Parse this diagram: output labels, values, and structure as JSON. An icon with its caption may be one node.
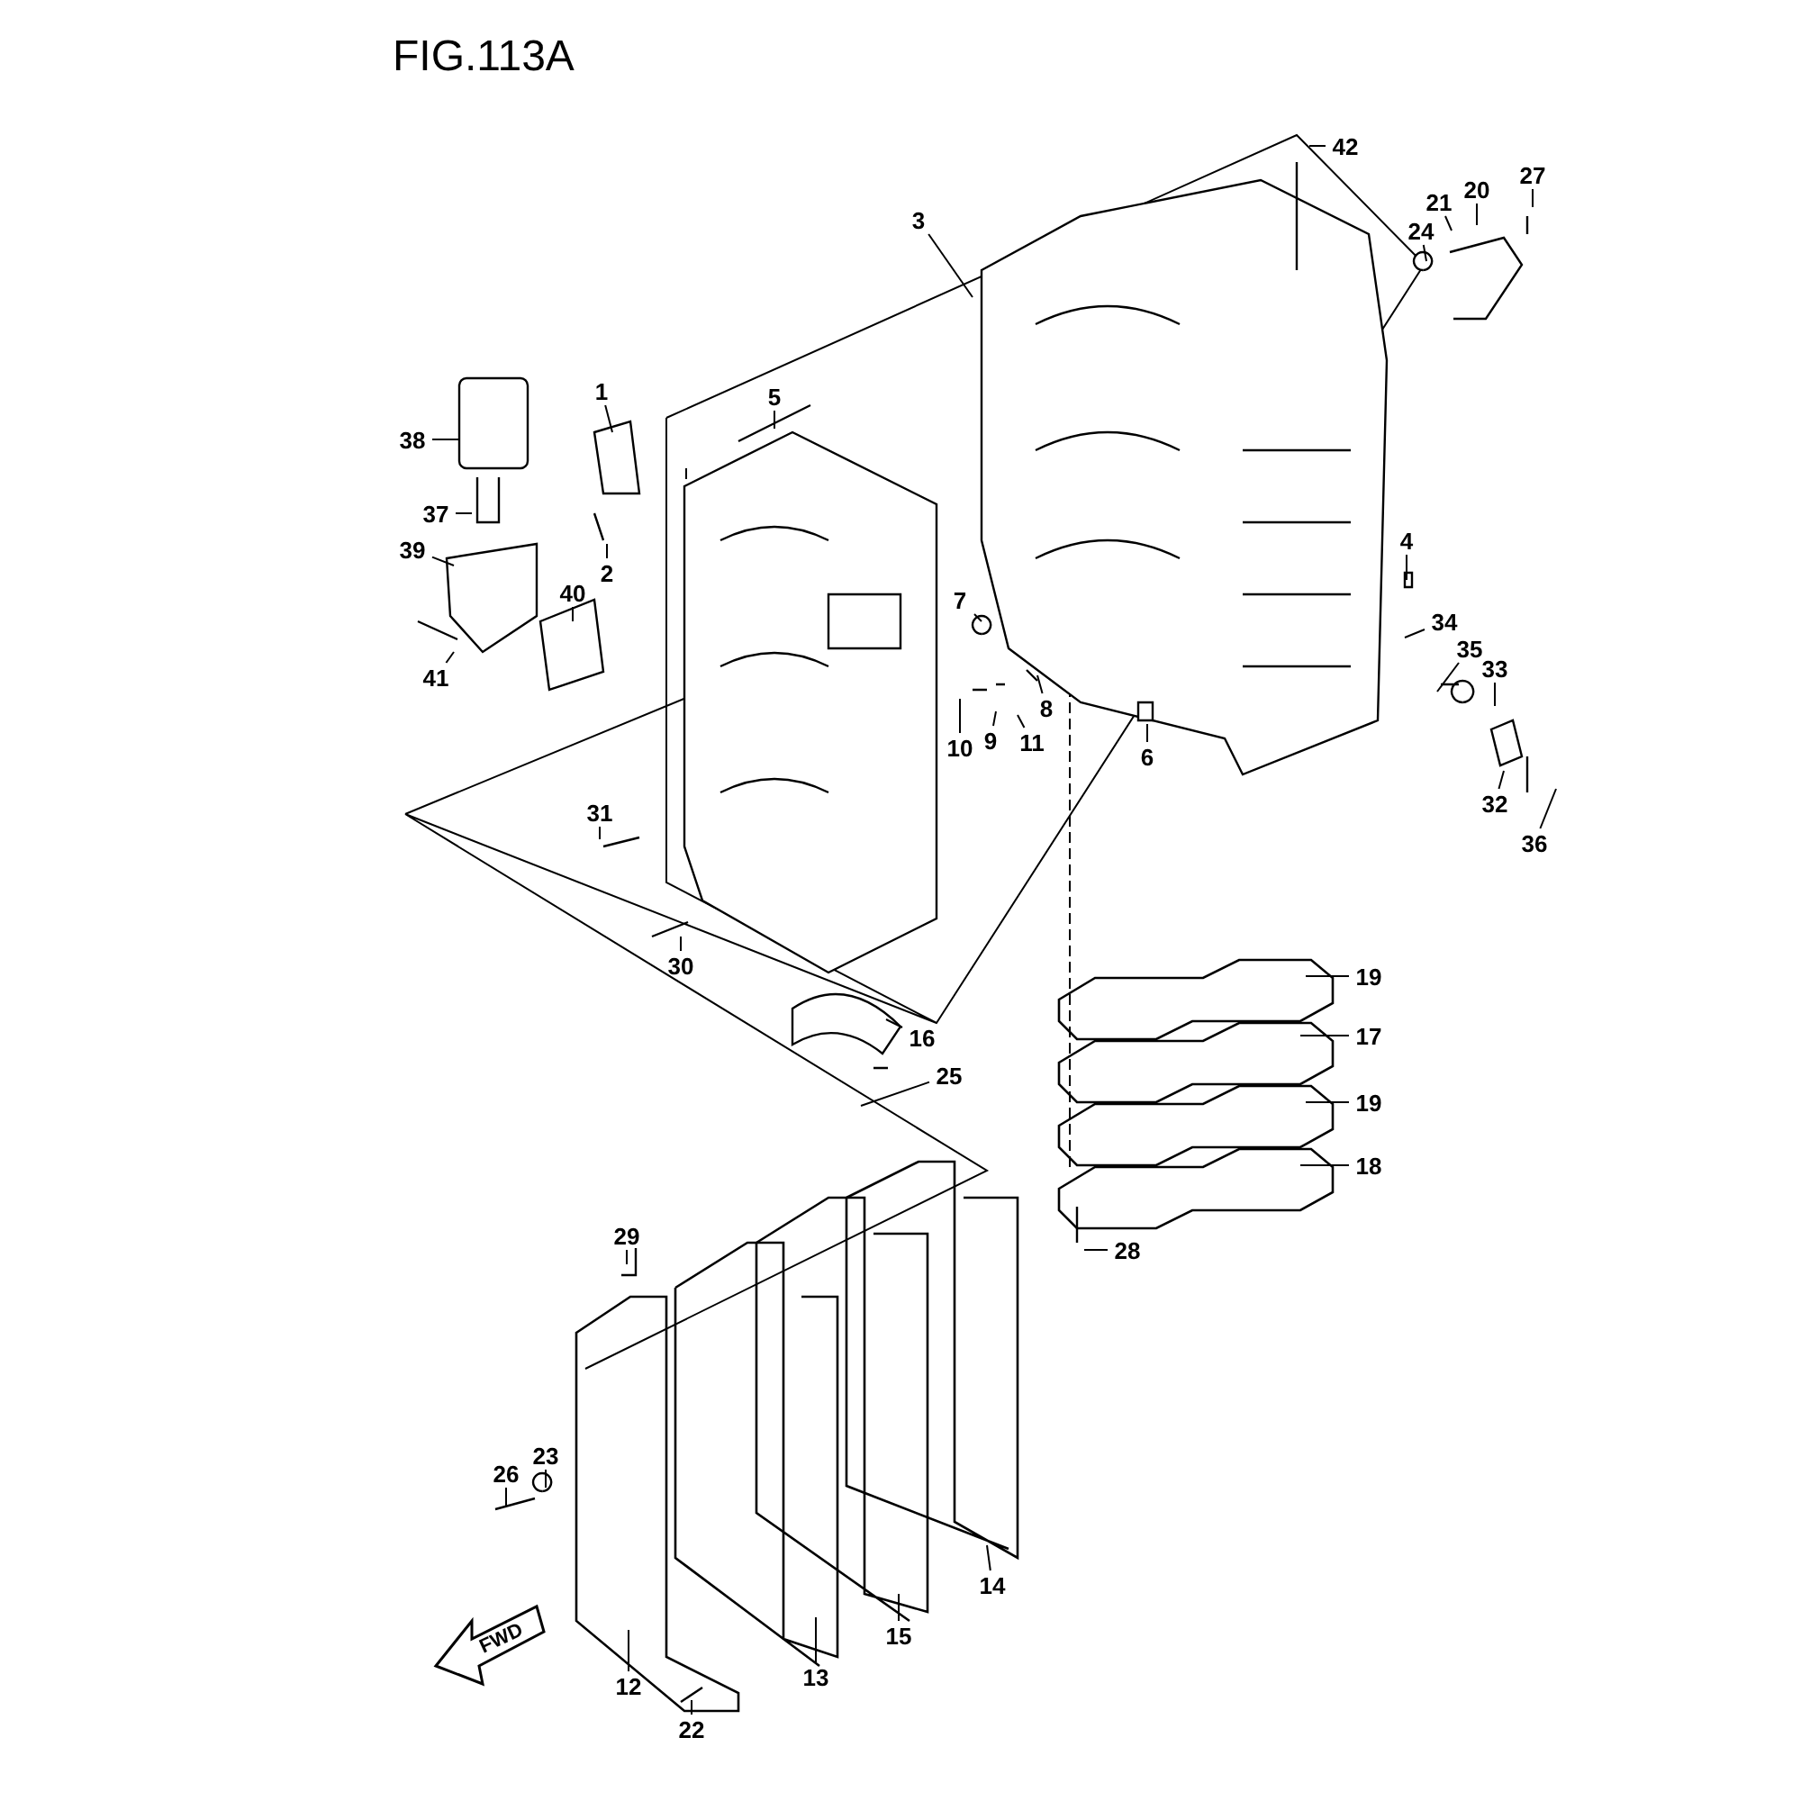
{
  "diagram": {
    "title": "FIG.113A",
    "nodes": [
      {
        "text": [
          "1"
        ]
      },
      {
        "text": [
          "2"
        ]
      },
      {
        "text": [
          "3"
        ]
      },
      {
        "text": [
          "4"
        ]
      },
      {
        "text": [
          "5"
        ]
      },
      {
        "text": [
          "6"
        ]
      },
      {
        "text": [
          "7"
        ]
      },
      {
        "text": [
          "8"
        ]
      },
      {
        "text": [
          "9"
        ]
      },
      {
        "text": [
          "10"
        ]
      },
      {
        "text": [
          "11"
        ]
      },
      {
        "text": [
          "12"
        ]
      },
      {
        "text": [
          "13"
        ]
      },
      {
        "text": [
          "14"
        ]
      },
      {
        "text": [
          "15"
        ]
      },
      {
        "text": [
          "16"
        ]
      },
      {
        "text": [
          "17"
        ]
      },
      {
        "text": [
          "18"
        ]
      },
      {
        "text": [
          "19"
        ]
      },
      {
        "text": [
          "19"
        ]
      },
      {
        "text": [
          "20"
        ]
      },
      {
        "text": [
          "21"
        ]
      },
      {
        "text": [
          "22"
        ]
      },
      {
        "text": [
          "23"
        ]
      },
      {
        "text": [
          "24"
        ]
      },
      {
        "text": [
          "25"
        ]
      },
      {
        "text": [
          "26"
        ]
      },
      {
        "text": [
          "27"
        ]
      },
      {
        "text": [
          "28"
        ]
      },
      {
        "text": [
          "29"
        ]
      },
      {
        "text": [
          "30"
        ]
      },
      {
        "text": [
          "31"
        ]
      },
      {
        "text": [
          "32"
        ]
      },
      {
        "text": [
          "33"
        ]
      },
      {
        "text": [
          "34"
        ]
      },
      {
        "text": [
          "35"
        ]
      },
      {
        "text": [
          "36"
        ]
      },
      {
        "text": [
          "37"
        ]
      },
      {
        "text": [
          "38"
        ]
      },
      {
        "text": [
          "39"
        ]
      },
      {
        "text": [
          "40"
        ]
      },
      {
        "text": [
          "41"
        ]
      },
      {
        "text": [
          "42"
        ]
      }
    ],
    "edges": [
      {
        "from": 0,
        "to": null,
        "arrow": "none"
      },
      {
        "from": 1,
        "to": null,
        "arrow": "none"
      },
      {
        "from": 2,
        "to": null,
        "arrow": "none"
      },
      {
        "from": 3,
        "to": null,
        "arrow": "none"
      },
      {
        "from": 4,
        "to": null,
        "arrow": "none"
      },
      {
        "from": 5,
        "to": null,
        "arrow": "none"
      },
      {
        "from": 6,
        "to": null,
        "arrow": "none"
      },
      {
        "from": 7,
        "to": null,
        "arrow": "none"
      },
      {
        "from": 8,
        "to": null,
        "arrow": "none"
      },
      {
        "from": 9,
        "to": null,
        "arrow": "none"
      },
      {
        "from": 10,
        "to": null,
        "arrow": "none"
      },
      {
        "from": 11,
        "to": null,
        "arrow": "none"
      },
      {
        "from": 12,
        "to": null,
        "arrow": "none"
      },
      {
        "from": 13,
        "to": null,
        "arrow": "none"
      },
      {
        "from": 14,
        "to": null,
        "arrow": "none"
      },
      {
        "from": 15,
        "to": null,
        "arrow": "none"
      },
      {
        "from": 16,
        "to": null,
        "arrow": "none"
      },
      {
        "from": 17,
        "to": null,
        "arrow": "none"
      },
      {
        "from": 18,
        "to": null,
        "arrow": "none"
      },
      {
        "from": 19,
        "to": null,
        "arrow": "none"
      },
      {
        "from": 20,
        "to": null,
        "arrow": "none"
      },
      {
        "from": 21,
        "to": null,
        "arrow": "none"
      },
      {
        "from": 22,
        "to": null,
        "arrow": "none"
      },
      {
        "from": 23,
        "to": null,
        "arrow": "none"
      },
      {
        "from": 24,
        "to": null,
        "arrow": "none"
      },
      {
        "from": 25,
        "to": null,
        "arrow": "none"
      },
      {
        "from": 26,
        "to": null,
        "arrow": "none"
      },
      {
        "from": 27,
        "to": null,
        "arrow": "none"
      },
      {
        "from": 28,
        "to": null,
        "arrow": "none"
      },
      {
        "from": 29,
        "to": null,
        "arrow": "none"
      },
      {
        "from": 30,
        "to": null,
        "arrow": "none"
      },
      {
        "from": 31,
        "to": null,
        "arrow": "none"
      },
      {
        "from": 32,
        "to": null,
        "arrow": "none"
      },
      {
        "from": 33,
        "to": null,
        "arrow": "none"
      },
      {
        "from": 34,
        "to": null,
        "arrow": "none"
      },
      {
        "from": 35,
        "to": null,
        "arrow": "none"
      },
      {
        "from": 36,
        "to": null,
        "arrow": "none"
      },
      {
        "from": 37,
        "to": null,
        "arrow": "none"
      },
      {
        "from": 38,
        "to": null,
        "arrow": "none"
      },
      {
        "from": 39,
        "to": null,
        "arrow": "none"
      },
      {
        "from": 40,
        "to": null,
        "arrow": "none"
      },
      {
        "from": 41,
        "to": null,
        "arrow": "none"
      },
      {
        "from": 42,
        "to": null,
        "arrow": "none"
      }
    ],
    "labels": [
      "FWD"
    ]
  }
}
